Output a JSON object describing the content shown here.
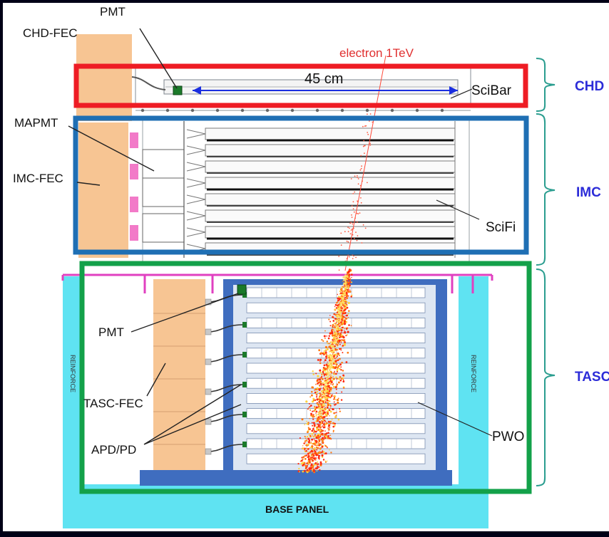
{
  "labels": {
    "chd_fec": "CHD-FEC",
    "pmt_top": "PMT",
    "electron": "electron 1TeV",
    "width_45cm": "45 cm",
    "scibar": "SciBar",
    "chd": "CHD",
    "mapmt": "MAPMT",
    "imc_fec": "IMC-FEC",
    "imc": "IMC",
    "scifi": "SciFi",
    "pmt_tasc": "PMT",
    "tasc_fec": "TASC-FEC",
    "apd_pd": "APD/PD",
    "pwo": "PWO",
    "tasc": "TASC",
    "base_panel": "BASE PANEL",
    "reinforce_left": "REINFORCE",
    "reinforce_right": "REINFORCE"
  },
  "colors": {
    "background": "#000016",
    "panel": "#ffffff",
    "chd_box": "#ee1c24",
    "imc_box": "#1f6fb4",
    "tasc_box": "#13a14a",
    "section_label": "#2c2cd8",
    "bracket": "#2a9d8f",
    "fec": "#f7c593",
    "cyan": "#5fe3f2",
    "frame_blue": "#3f6dbf",
    "magenta": "#e040c0",
    "shower": "#ff2a10",
    "arrow": "#1a2ee0"
  },
  "shower_seed": 7
}
